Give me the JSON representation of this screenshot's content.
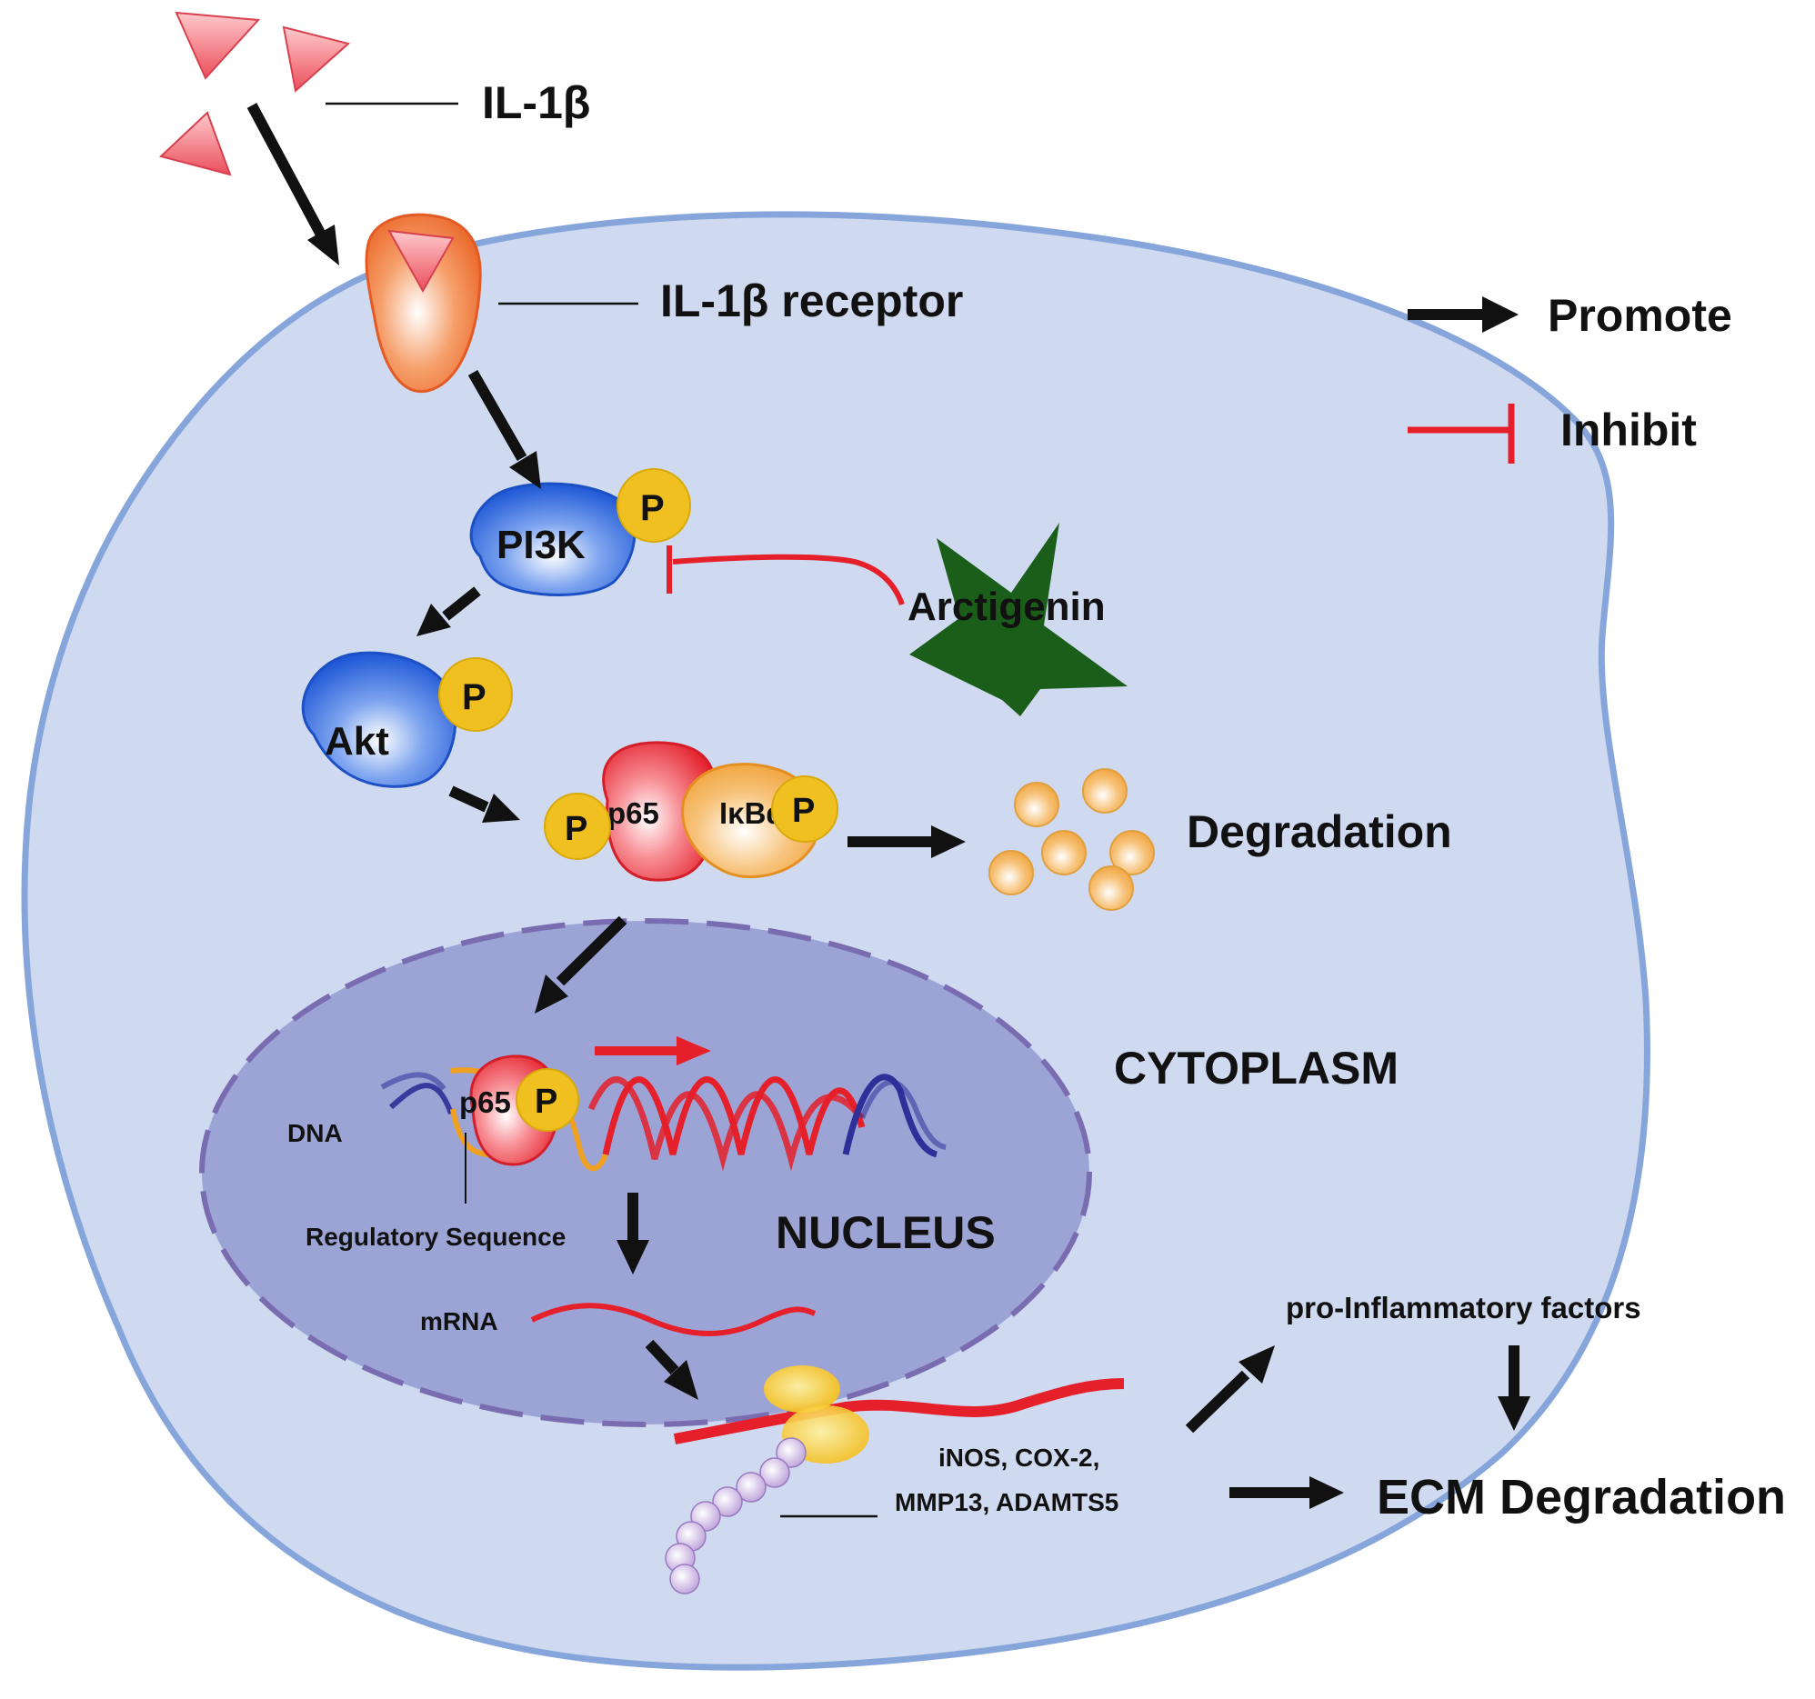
{
  "labels": {
    "il1b": "IL-1β",
    "receptor": "IL-1β receptor",
    "pi3k": "PI3K",
    "akt": "Akt",
    "p65": "p65",
    "ikba": "IκBα",
    "phospho": "P",
    "arctigenin": "Arctigenin",
    "degradation": "Degradation",
    "cytoplasm": "CYTOPLASM",
    "nucleus": "NUCLEUS",
    "dna": "DNA",
    "regulatory_sequence": "Regulatory Sequence",
    "mrna": "mRNA",
    "pro_inflammatory": "pro-Inflammatory factors",
    "factors_line1": "iNOS, COX-2,",
    "factors_line2": "MMP13, ADAMTS5",
    "ecm_degradation": "ECM Degradation"
  },
  "legend": {
    "promote": "Promote",
    "inhibit": "Inhibit"
  },
  "colors": {
    "cell_fill": "#cfd9f0",
    "cell_stroke": "#86a6db",
    "nucleus_fill": "#9ca4d6",
    "nucleus_stroke": "#7a6cb0",
    "promote_arrow": "#111111",
    "inhibit_line": "#e5202a",
    "arctigenin_star": "#1a5e1a",
    "phospho": "#f0c020",
    "mrna": "#e5202a"
  }
}
